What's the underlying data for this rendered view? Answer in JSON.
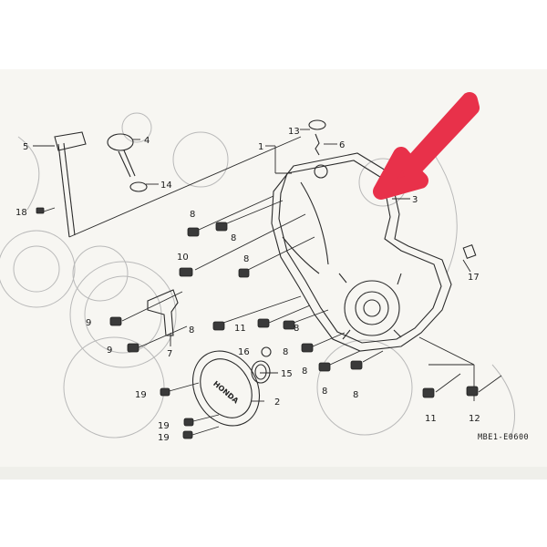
{
  "diagram": {
    "code": "MBE1-E0600",
    "part_numbers": [
      "13",
      "6",
      "1",
      "5",
      "4",
      "14",
      "3",
      "18",
      "8",
      "8",
      "10",
      "8",
      "17",
      "9",
      "7",
      "8",
      "11",
      "8",
      "9",
      "16",
      "8",
      "15",
      "8",
      "8",
      "19",
      "2",
      "11",
      "12",
      "19",
      "19"
    ]
  },
  "colors": {
    "paper": "#f7f6f2",
    "ink": "#1a1a1a",
    "arrow": "#e8314a"
  },
  "icons": {
    "arrow": "red-pointer-arrow-icon"
  }
}
